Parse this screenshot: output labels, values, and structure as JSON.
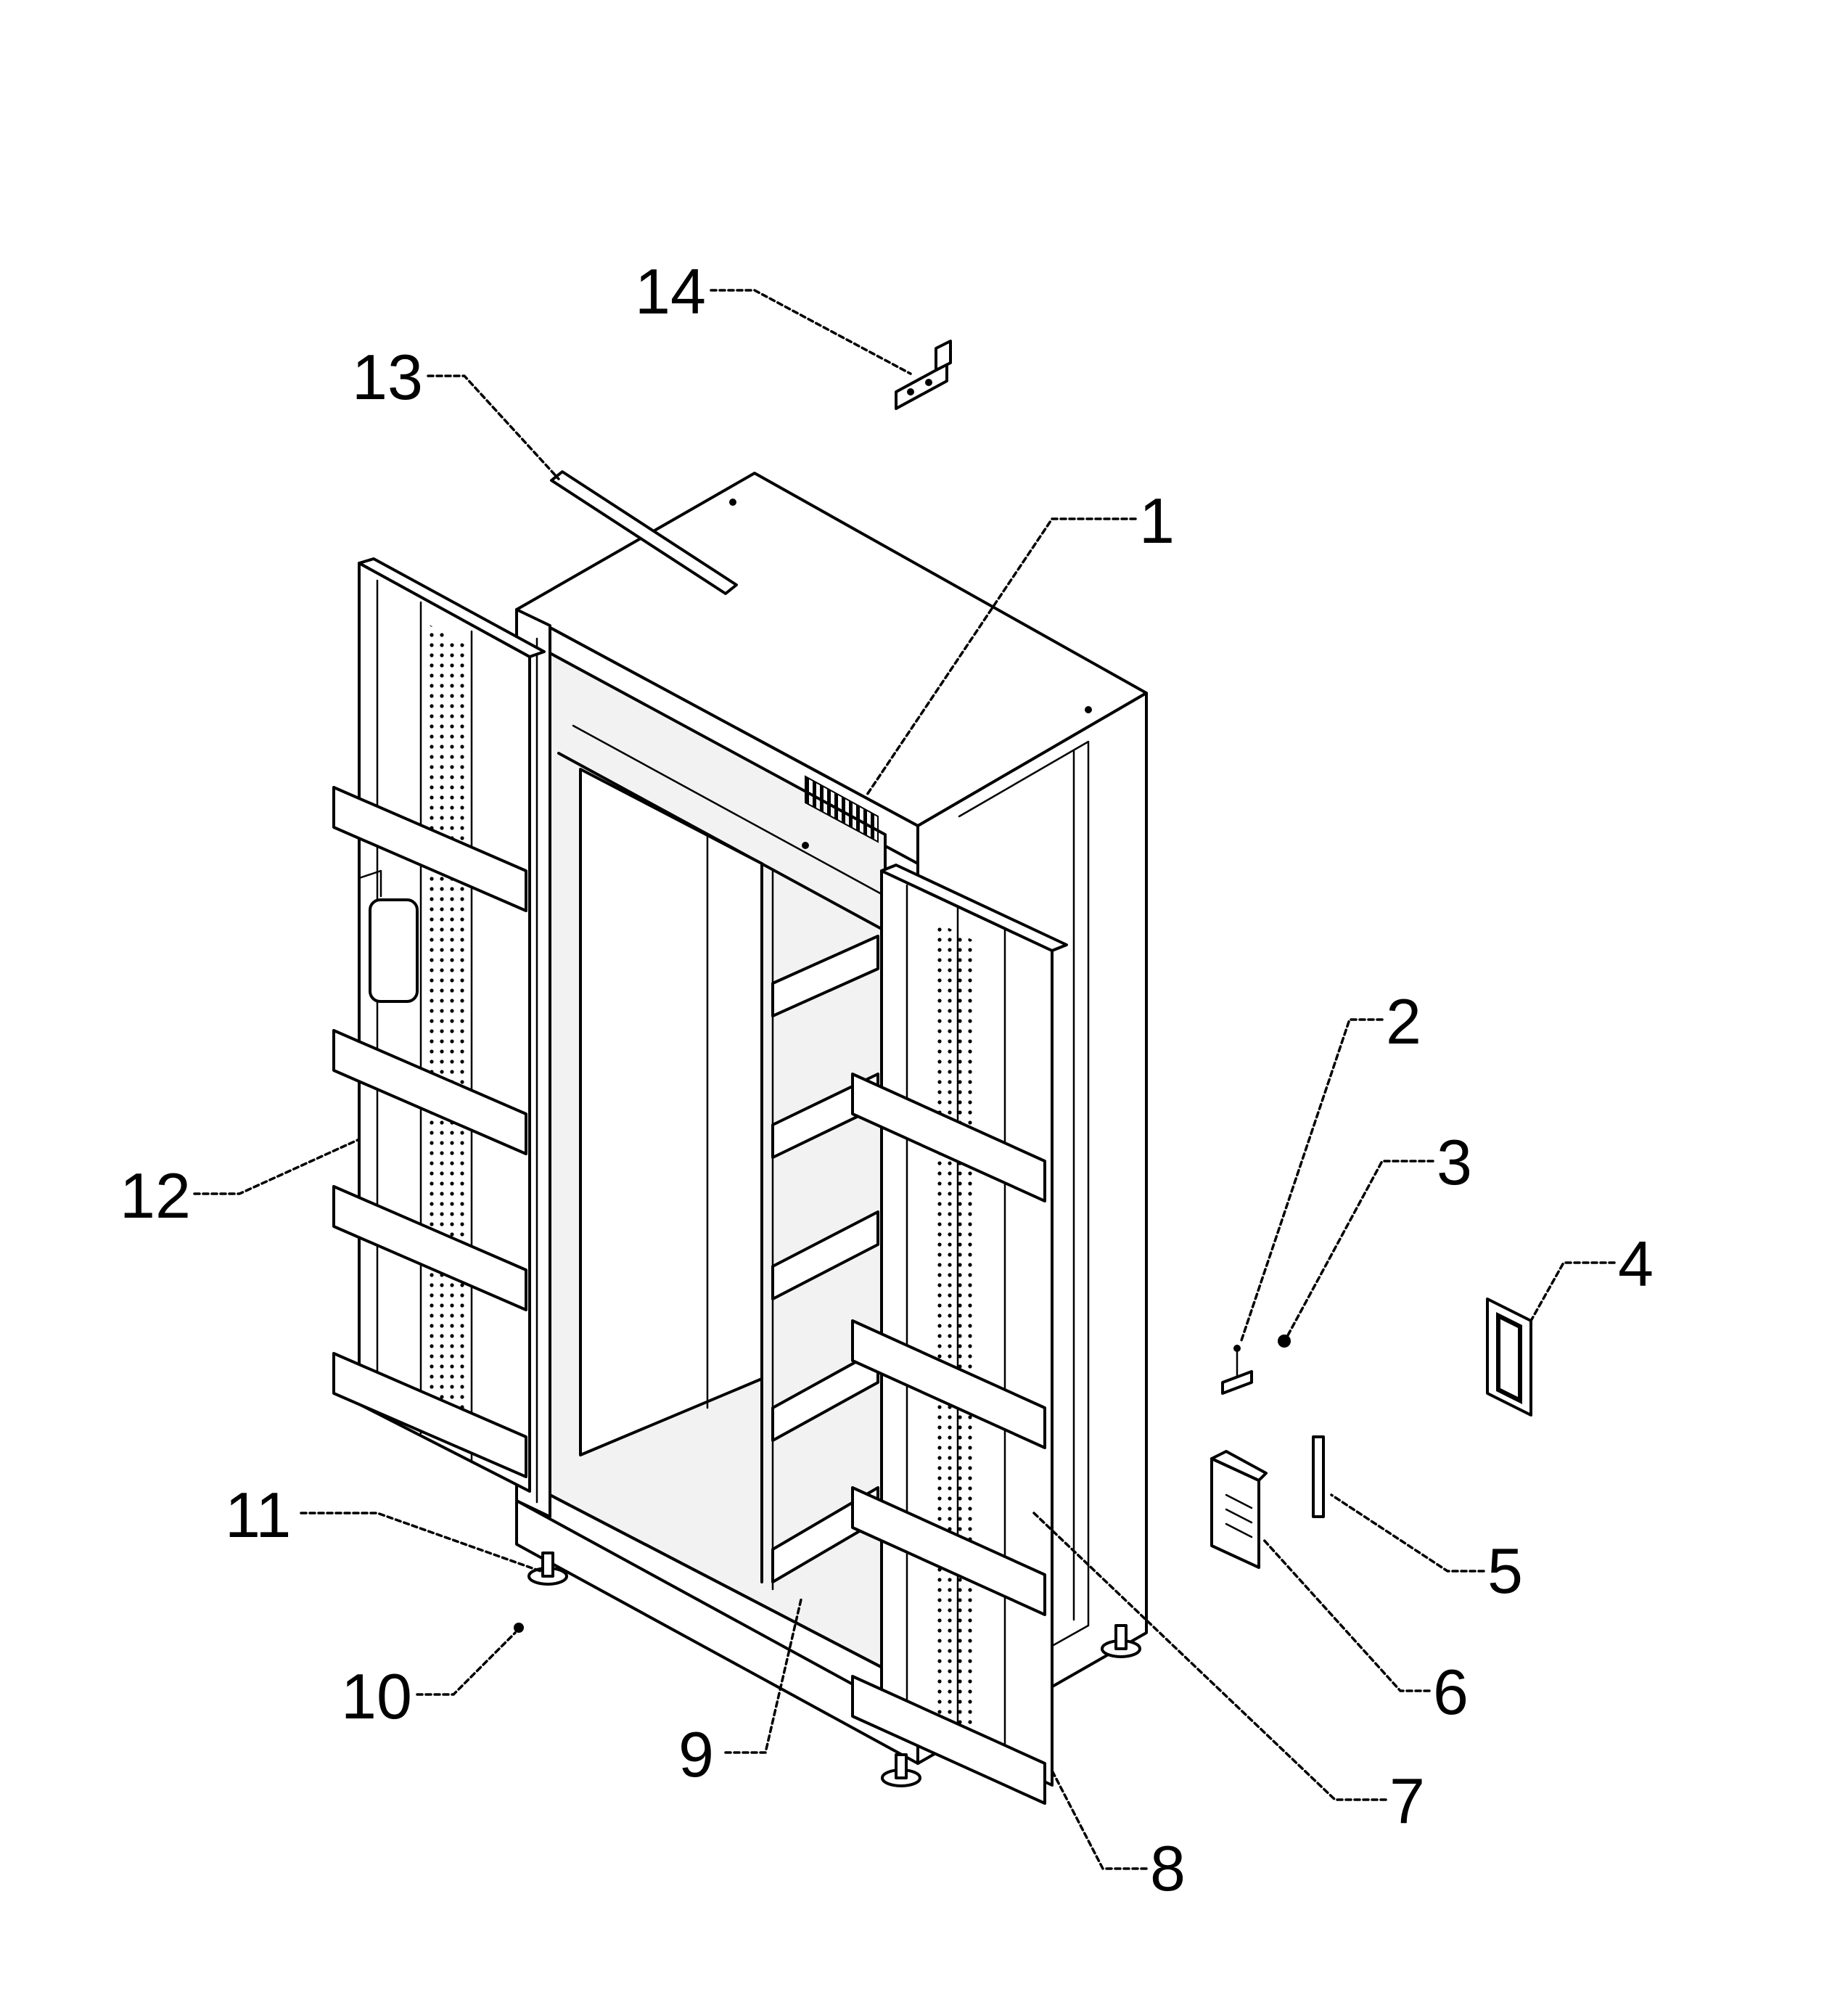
{
  "callouts": [
    {
      "id": "1",
      "label": "1",
      "part": "cabinet"
    },
    {
      "id": "2",
      "label": "2",
      "part": "hinge-bracket"
    },
    {
      "id": "3",
      "label": "3",
      "part": "screw"
    },
    {
      "id": "4",
      "label": "4",
      "part": "panel-frame"
    },
    {
      "id": "5",
      "label": "5",
      "part": "handle-strip"
    },
    {
      "id": "6",
      "label": "6",
      "part": "handle"
    },
    {
      "id": "7",
      "label": "7",
      "part": "right-door-panel"
    },
    {
      "id": "8",
      "label": "8",
      "part": "right-door"
    },
    {
      "id": "9",
      "label": "9",
      "part": "shelf"
    },
    {
      "id": "10",
      "label": "10",
      "part": "bolt"
    },
    {
      "id": "11",
      "label": "11",
      "part": "leveling-foot"
    },
    {
      "id": "12",
      "label": "12",
      "part": "left-door"
    },
    {
      "id": "13",
      "label": "13",
      "part": "hanging-rod"
    },
    {
      "id": "14",
      "label": "14",
      "part": "mounting-bracket"
    }
  ]
}
